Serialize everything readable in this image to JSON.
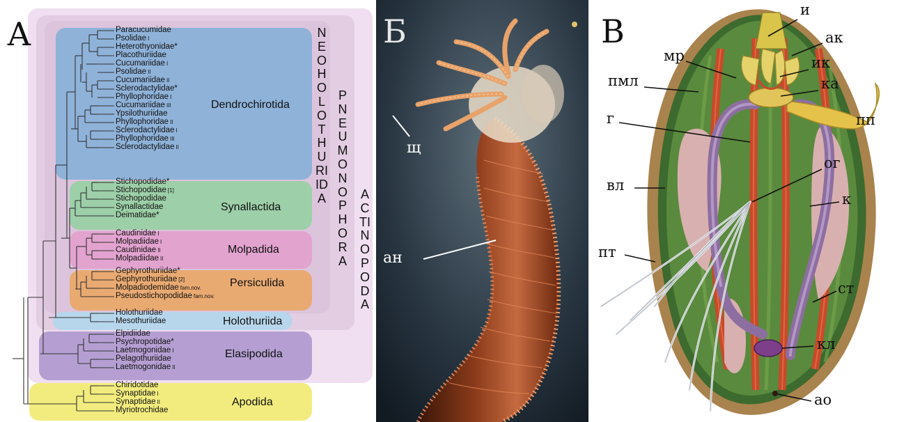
{
  "panelA": {
    "letter": "А",
    "groups": {
      "actinopoda": "ACTINOPODA",
      "pneumonophora": "PNEUMONOPHORA",
      "neoholothuriida": "NEOHOLOTHURIIDA"
    },
    "clades": {
      "dendrochirotida": "Dendrochirotida",
      "synallactida": "Synallactida",
      "molpadida": "Molpadida",
      "persiculida": "Persiculida",
      "holothuriida": "Holothuriida",
      "elasipodida": "Elasipodida",
      "apodida": "Apodida"
    },
    "taxa": [
      {
        "name": "Paracucumidae",
        "sub": ""
      },
      {
        "name": "Psolidae",
        "sub": "I"
      },
      {
        "name": "Heterothyonidae*",
        "sub": ""
      },
      {
        "name": "Placothuriidae",
        "sub": ""
      },
      {
        "name": "Cucumariidae",
        "sub": "I"
      },
      {
        "name": "Psolidae",
        "sub": "II"
      },
      {
        "name": "Cucumariidae",
        "sub": "II"
      },
      {
        "name": "Sclerodactylidae*",
        "sub": ""
      },
      {
        "name": "Phyllophoridae",
        "sub": "I"
      },
      {
        "name": "Cucumariidae",
        "sub": "III"
      },
      {
        "name": "Ypsilothuriidae",
        "sub": ""
      },
      {
        "name": "Phyllophoridae",
        "sub": "II"
      },
      {
        "name": "Sclerodactylidae",
        "sub": "I"
      },
      {
        "name": "Phyllophoridae",
        "sub": "III"
      },
      {
        "name": "Sclerodactylidae",
        "sub": "II"
      },
      {
        "name": "Stichopodidae*",
        "sub": ""
      },
      {
        "name": "Stichopodidae",
        "sub": "[1]"
      },
      {
        "name": "Stichopodidae",
        "sub": ""
      },
      {
        "name": "Synallactidae",
        "sub": ""
      },
      {
        "name": "Deimatidae*",
        "sub": ""
      },
      {
        "name": "Caudinidae",
        "sub": "I"
      },
      {
        "name": "Molpadiidae",
        "sub": "I"
      },
      {
        "name": "Caudinidae",
        "sub": "II"
      },
      {
        "name": "Molpadiidae",
        "sub": "II"
      },
      {
        "name": "Gephyrothuriidae*",
        "sub": ""
      },
      {
        "name": "Gephyrothuriidae",
        "sub": "[2]"
      },
      {
        "name": "Molpadiodemidae",
        "sub": "fam.nov."
      },
      {
        "name": "Pseudostichopodidae",
        "sub": "fam.nov."
      },
      {
        "name": "Holothuriidae",
        "sub": ""
      },
      {
        "name": "Mesothuriidae",
        "sub": ""
      },
      {
        "name": "Elpidiidae",
        "sub": ""
      },
      {
        "name": "Psychropotidae*",
        "sub": ""
      },
      {
        "name": "Laetmogonidae",
        "sub": "I"
      },
      {
        "name": "Pelagothuriidae",
        "sub": ""
      },
      {
        "name": "Laetmogonidae",
        "sub": "II"
      },
      {
        "name": "Chiridotidae",
        "sub": ""
      },
      {
        "name": "Synaptidae",
        "sub": "I"
      },
      {
        "name": "Synaptidae",
        "sub": "II"
      },
      {
        "name": "Myriotrochidae",
        "sub": ""
      }
    ],
    "colors": {
      "actinopoda": "#f0dff0",
      "pneumonophora": "#e3cde3",
      "neoholothuriida": "#dcc4dc",
      "dendrochirotida": "#8fb2d9",
      "synallactida": "#9dcfa8",
      "molpadida": "#e2a3cf",
      "persiculida": "#e9aa72",
      "holothuriida": "#b7d6ec",
      "elasipodida": "#b59fd2",
      "apodida": "#f2ec7e"
    }
  },
  "panelB": {
    "letter": "Б",
    "labels": {
      "shch": "щ",
      "an": "ан"
    }
  },
  "panelC": {
    "letter": "В",
    "labels": {
      "i": "и",
      "ak": "ак",
      "mr": "мр",
      "ik": "ик",
      "pml": "пмл",
      "ka": "ка",
      "g": "г",
      "pp": "пп",
      "og": "ог",
      "vl": "вл",
      "k": "к",
      "pt": "пт",
      "st": "ст",
      "kl": "кл",
      "ao": "ао"
    }
  }
}
